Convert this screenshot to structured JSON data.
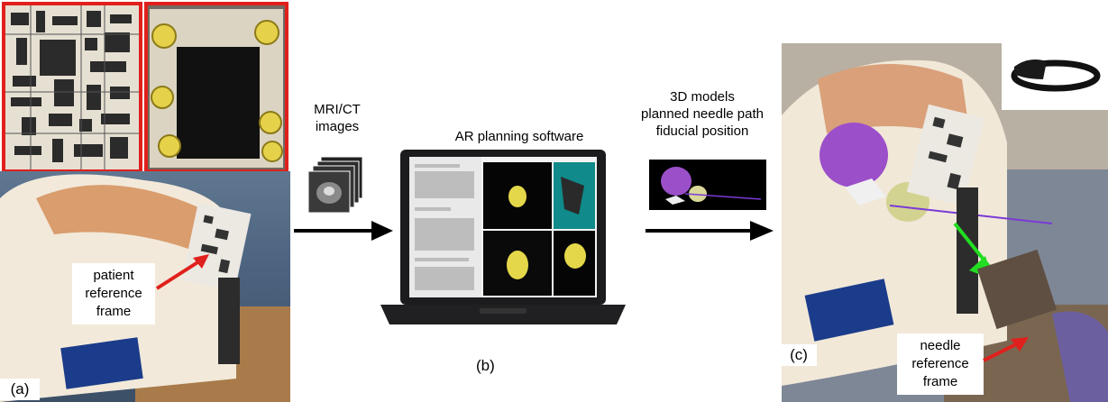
{
  "panel_a": {
    "letter": "(a)",
    "callout": [
      "patient",
      "reference",
      "frame"
    ]
  },
  "step1": {
    "label": [
      "MRI/CT",
      "images"
    ]
  },
  "panel_b": {
    "letter": "(b)",
    "title": "AR planning software"
  },
  "step2": {
    "label": [
      "3D models",
      "planned needle path",
      "fiducial position"
    ]
  },
  "panel_c": {
    "letter": "(c)",
    "callout": [
      "needle",
      "reference",
      "frame"
    ]
  },
  "colors": {
    "red_frame": "#e0201c",
    "arrow": "#000000",
    "green_arrow": "#22dd22",
    "laptop_body": "#1c1c1e",
    "screen_teal": "#108a8a"
  }
}
